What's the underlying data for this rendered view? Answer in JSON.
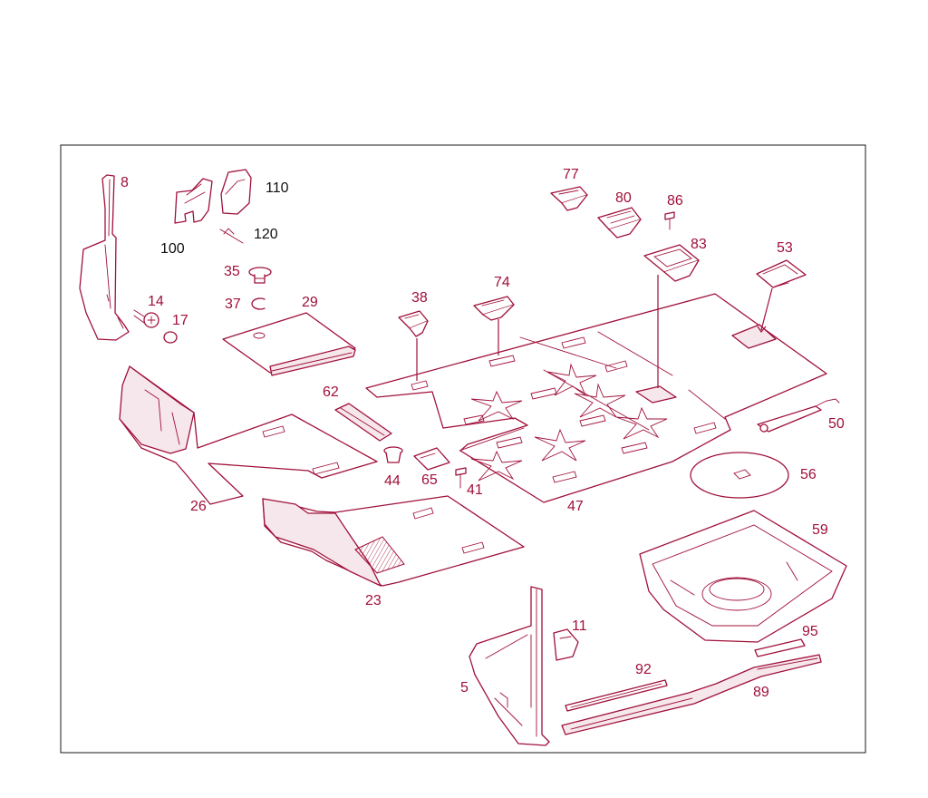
{
  "colors": {
    "line": "#a0103a",
    "frame": "#1a1a1a",
    "text": "#a0103a",
    "text_dark": "#111111"
  },
  "labels": {
    "p8": "8",
    "p14": "14",
    "p17": "17",
    "p35": "35",
    "p37": "37",
    "p29": "29",
    "p100": "100",
    "p110": "110",
    "p120": "120",
    "p38": "38",
    "p74": "74",
    "p77": "77",
    "p80": "80",
    "p86": "86",
    "p83": "83",
    "p53": "53",
    "p62": "62",
    "p44": "44",
    "p65": "65",
    "p41": "41",
    "p47": "47",
    "p50": "50",
    "p56": "56",
    "p26": "26",
    "p23": "23",
    "p59": "59",
    "p11": "11",
    "p95": "95",
    "p92": "92",
    "p5": "5",
    "p89": "89"
  }
}
